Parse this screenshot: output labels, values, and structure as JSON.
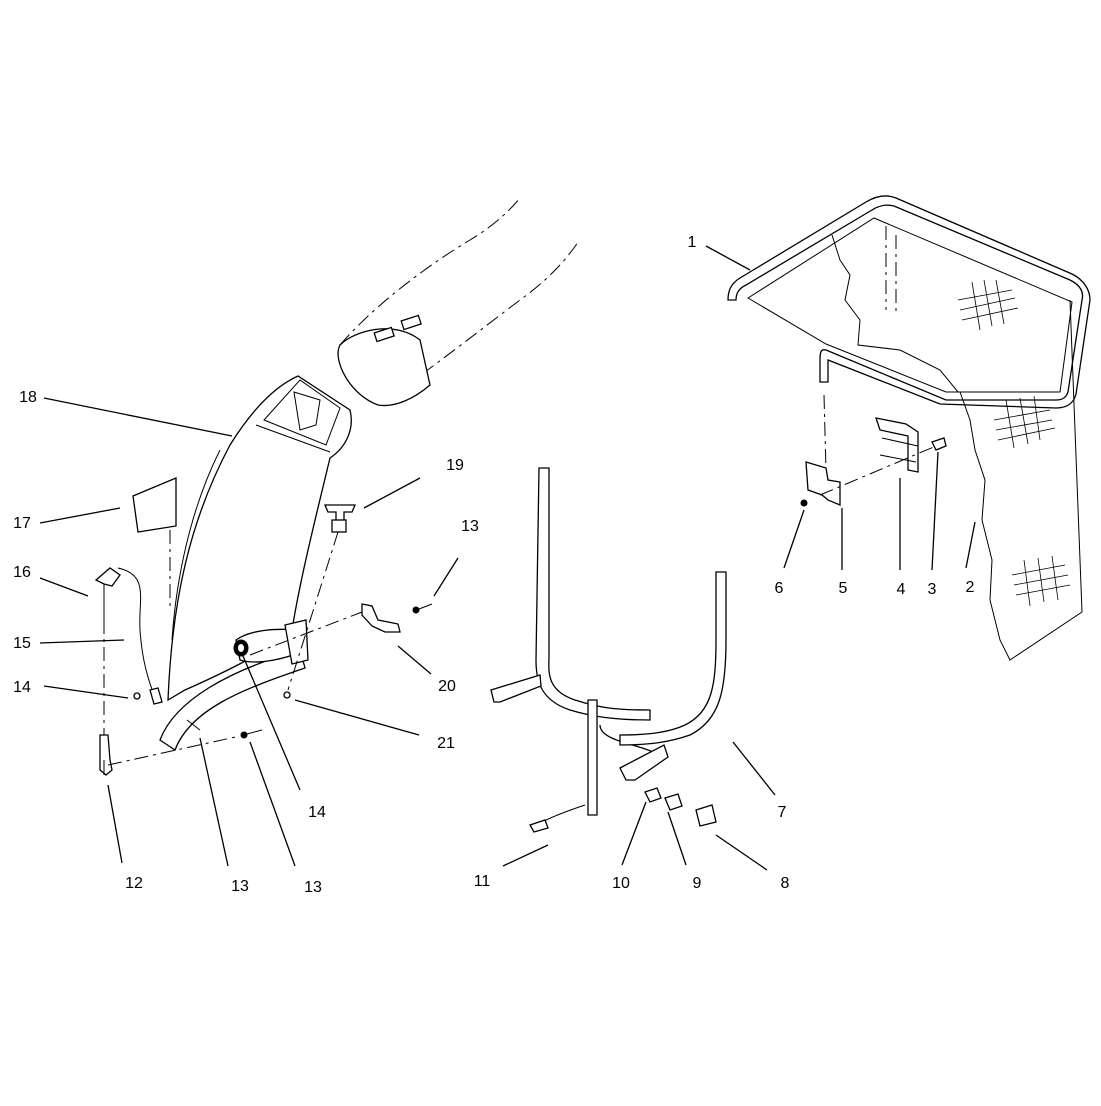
{
  "diagram": {
    "type": "exploded-parts-diagram",
    "callouts": [
      {
        "id": "c1",
        "label": "1"
      },
      {
        "id": "c2",
        "label": "2"
      },
      {
        "id": "c3",
        "label": "3"
      },
      {
        "id": "c4",
        "label": "4"
      },
      {
        "id": "c5",
        "label": "5"
      },
      {
        "id": "c6",
        "label": "6"
      },
      {
        "id": "c7",
        "label": "7"
      },
      {
        "id": "c8",
        "label": "8"
      },
      {
        "id": "c9",
        "label": "9"
      },
      {
        "id": "c10",
        "label": "10"
      },
      {
        "id": "c11",
        "label": "11"
      },
      {
        "id": "c12",
        "label": "12"
      },
      {
        "id": "c13a",
        "label": "13"
      },
      {
        "id": "c13b",
        "label": "13"
      },
      {
        "id": "c13c",
        "label": "13"
      },
      {
        "id": "c14a",
        "label": "14"
      },
      {
        "id": "c14b",
        "label": "14"
      },
      {
        "id": "c15",
        "label": "15"
      },
      {
        "id": "c16",
        "label": "16"
      },
      {
        "id": "c17",
        "label": "17"
      },
      {
        "id": "c18",
        "label": "18"
      },
      {
        "id": "c19",
        "label": "19"
      },
      {
        "id": "c20",
        "label": "20"
      },
      {
        "id": "c21",
        "label": "21"
      }
    ]
  }
}
